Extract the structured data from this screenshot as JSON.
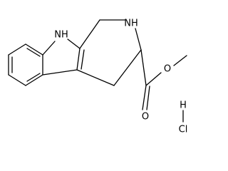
{
  "molecule": {
    "atoms": {
      "indole_nh": "NH",
      "ring_nh": "NH",
      "carbonyl_o": "O",
      "ester_o": "O",
      "hcl_h": "H",
      "hcl_cl": "Cl"
    }
  },
  "colors": {
    "bond": "#000000",
    "text": "#000000",
    "background": "#ffffff"
  }
}
